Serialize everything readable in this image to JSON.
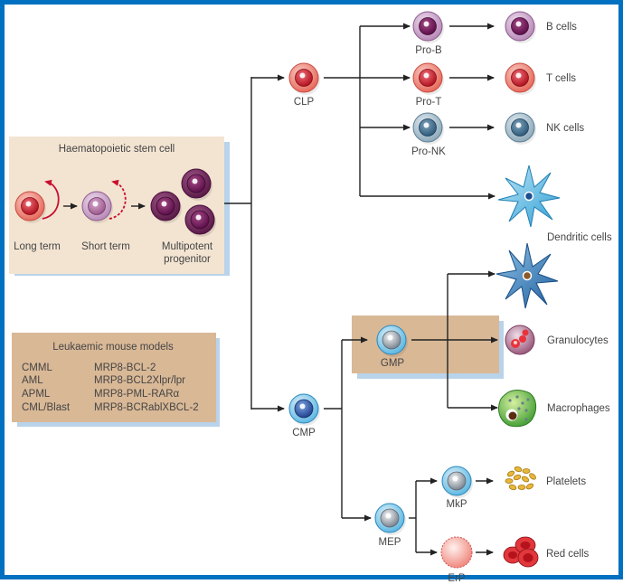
{
  "figure": {
    "frame_color": "#0070c0",
    "hsc_panel": {
      "title": "Haematopoietic stem cell",
      "stages": [
        "Long term",
        "Short term",
        "Multipotent",
        "progenitor"
      ]
    },
    "models_panel": {
      "title": "Leukaemic mouse models",
      "rows": [
        {
          "disease": "CMML",
          "model": "MRP8-BCL-2"
        },
        {
          "disease": "AML",
          "model": "MRP8-BCL2Xlpr/lpr"
        },
        {
          "disease": "APML",
          "model": "MRP8-PML-RARα"
        },
        {
          "disease": "CML/Blast",
          "model": "MRP8-BCRablXBCL-2"
        }
      ]
    },
    "progenitors": {
      "clp": "CLP",
      "cmp": "CMP",
      "pro_b": "Pro-B",
      "pro_t": "Pro-T",
      "pro_nk": "Pro-NK",
      "gmp": "GMP",
      "mep": "MEP",
      "mkp": "MkP",
      "erp": "ErP"
    },
    "mature": {
      "b_cells": "B cells",
      "t_cells": "T cells",
      "nk_cells": "NK cells",
      "dendritic": "Dendritic cells",
      "granulocytes": "Granulocytes",
      "macrophages": "Macrophages",
      "platelets": "Platelets",
      "red_cells": "Red cells"
    },
    "colors": {
      "panel_light": "#f3e4d2",
      "panel_dark": "#d9b896",
      "panel_shadow": "#b9d3ea",
      "lymphoid_red": "#d8262c",
      "myeloid_blue": "#3aa9dd",
      "purple": "#7a2a5e"
    }
  }
}
